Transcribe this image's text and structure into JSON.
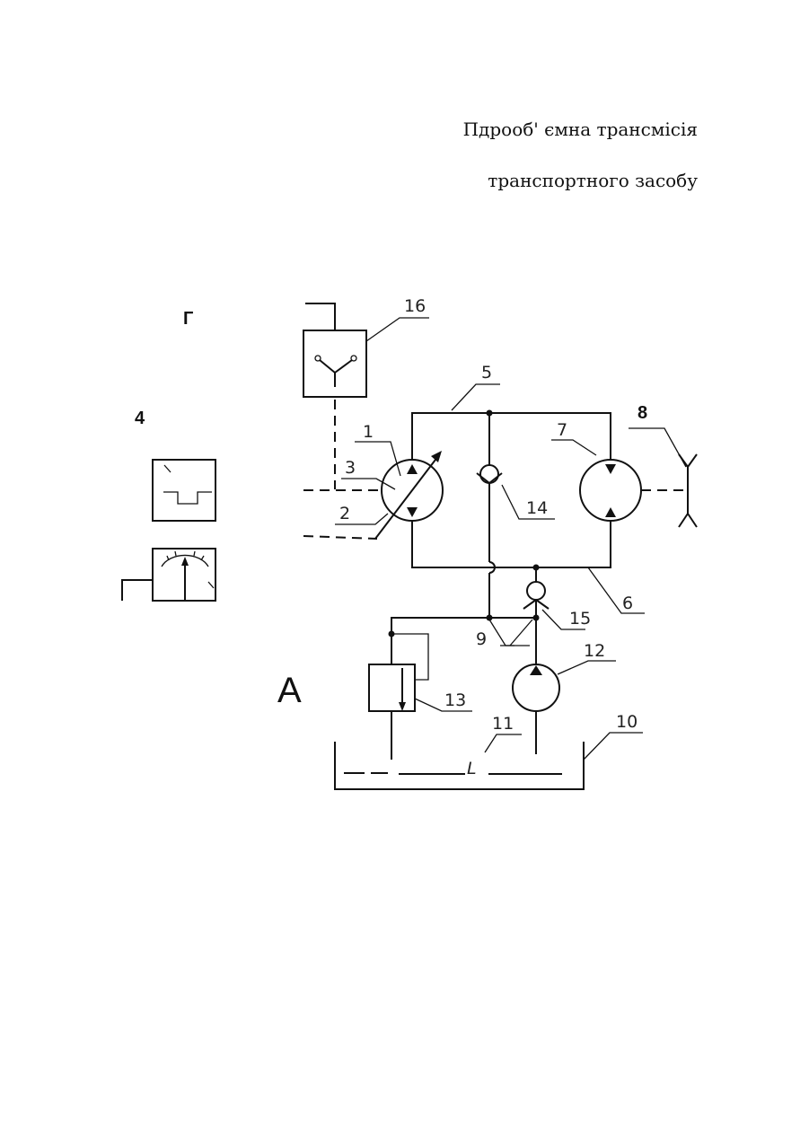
{
  "title_line1": "Пдрооб' ємна трансмісія",
  "title_line2": "транспортного засобу",
  "letters": {
    "g": "Г",
    "a": "А",
    "l": "L"
  },
  "labels": {
    "n1": "1",
    "n2": "2",
    "n3": "3",
    "n4": "4",
    "n5": "5",
    "n6": "6",
    "n7": "7",
    "n8": "8",
    "n9": "9",
    "n10": "10",
    "n11": "11",
    "n12": "12",
    "n13": "13",
    "n14": "14",
    "n15": "15",
    "n16": "16"
  }
}
